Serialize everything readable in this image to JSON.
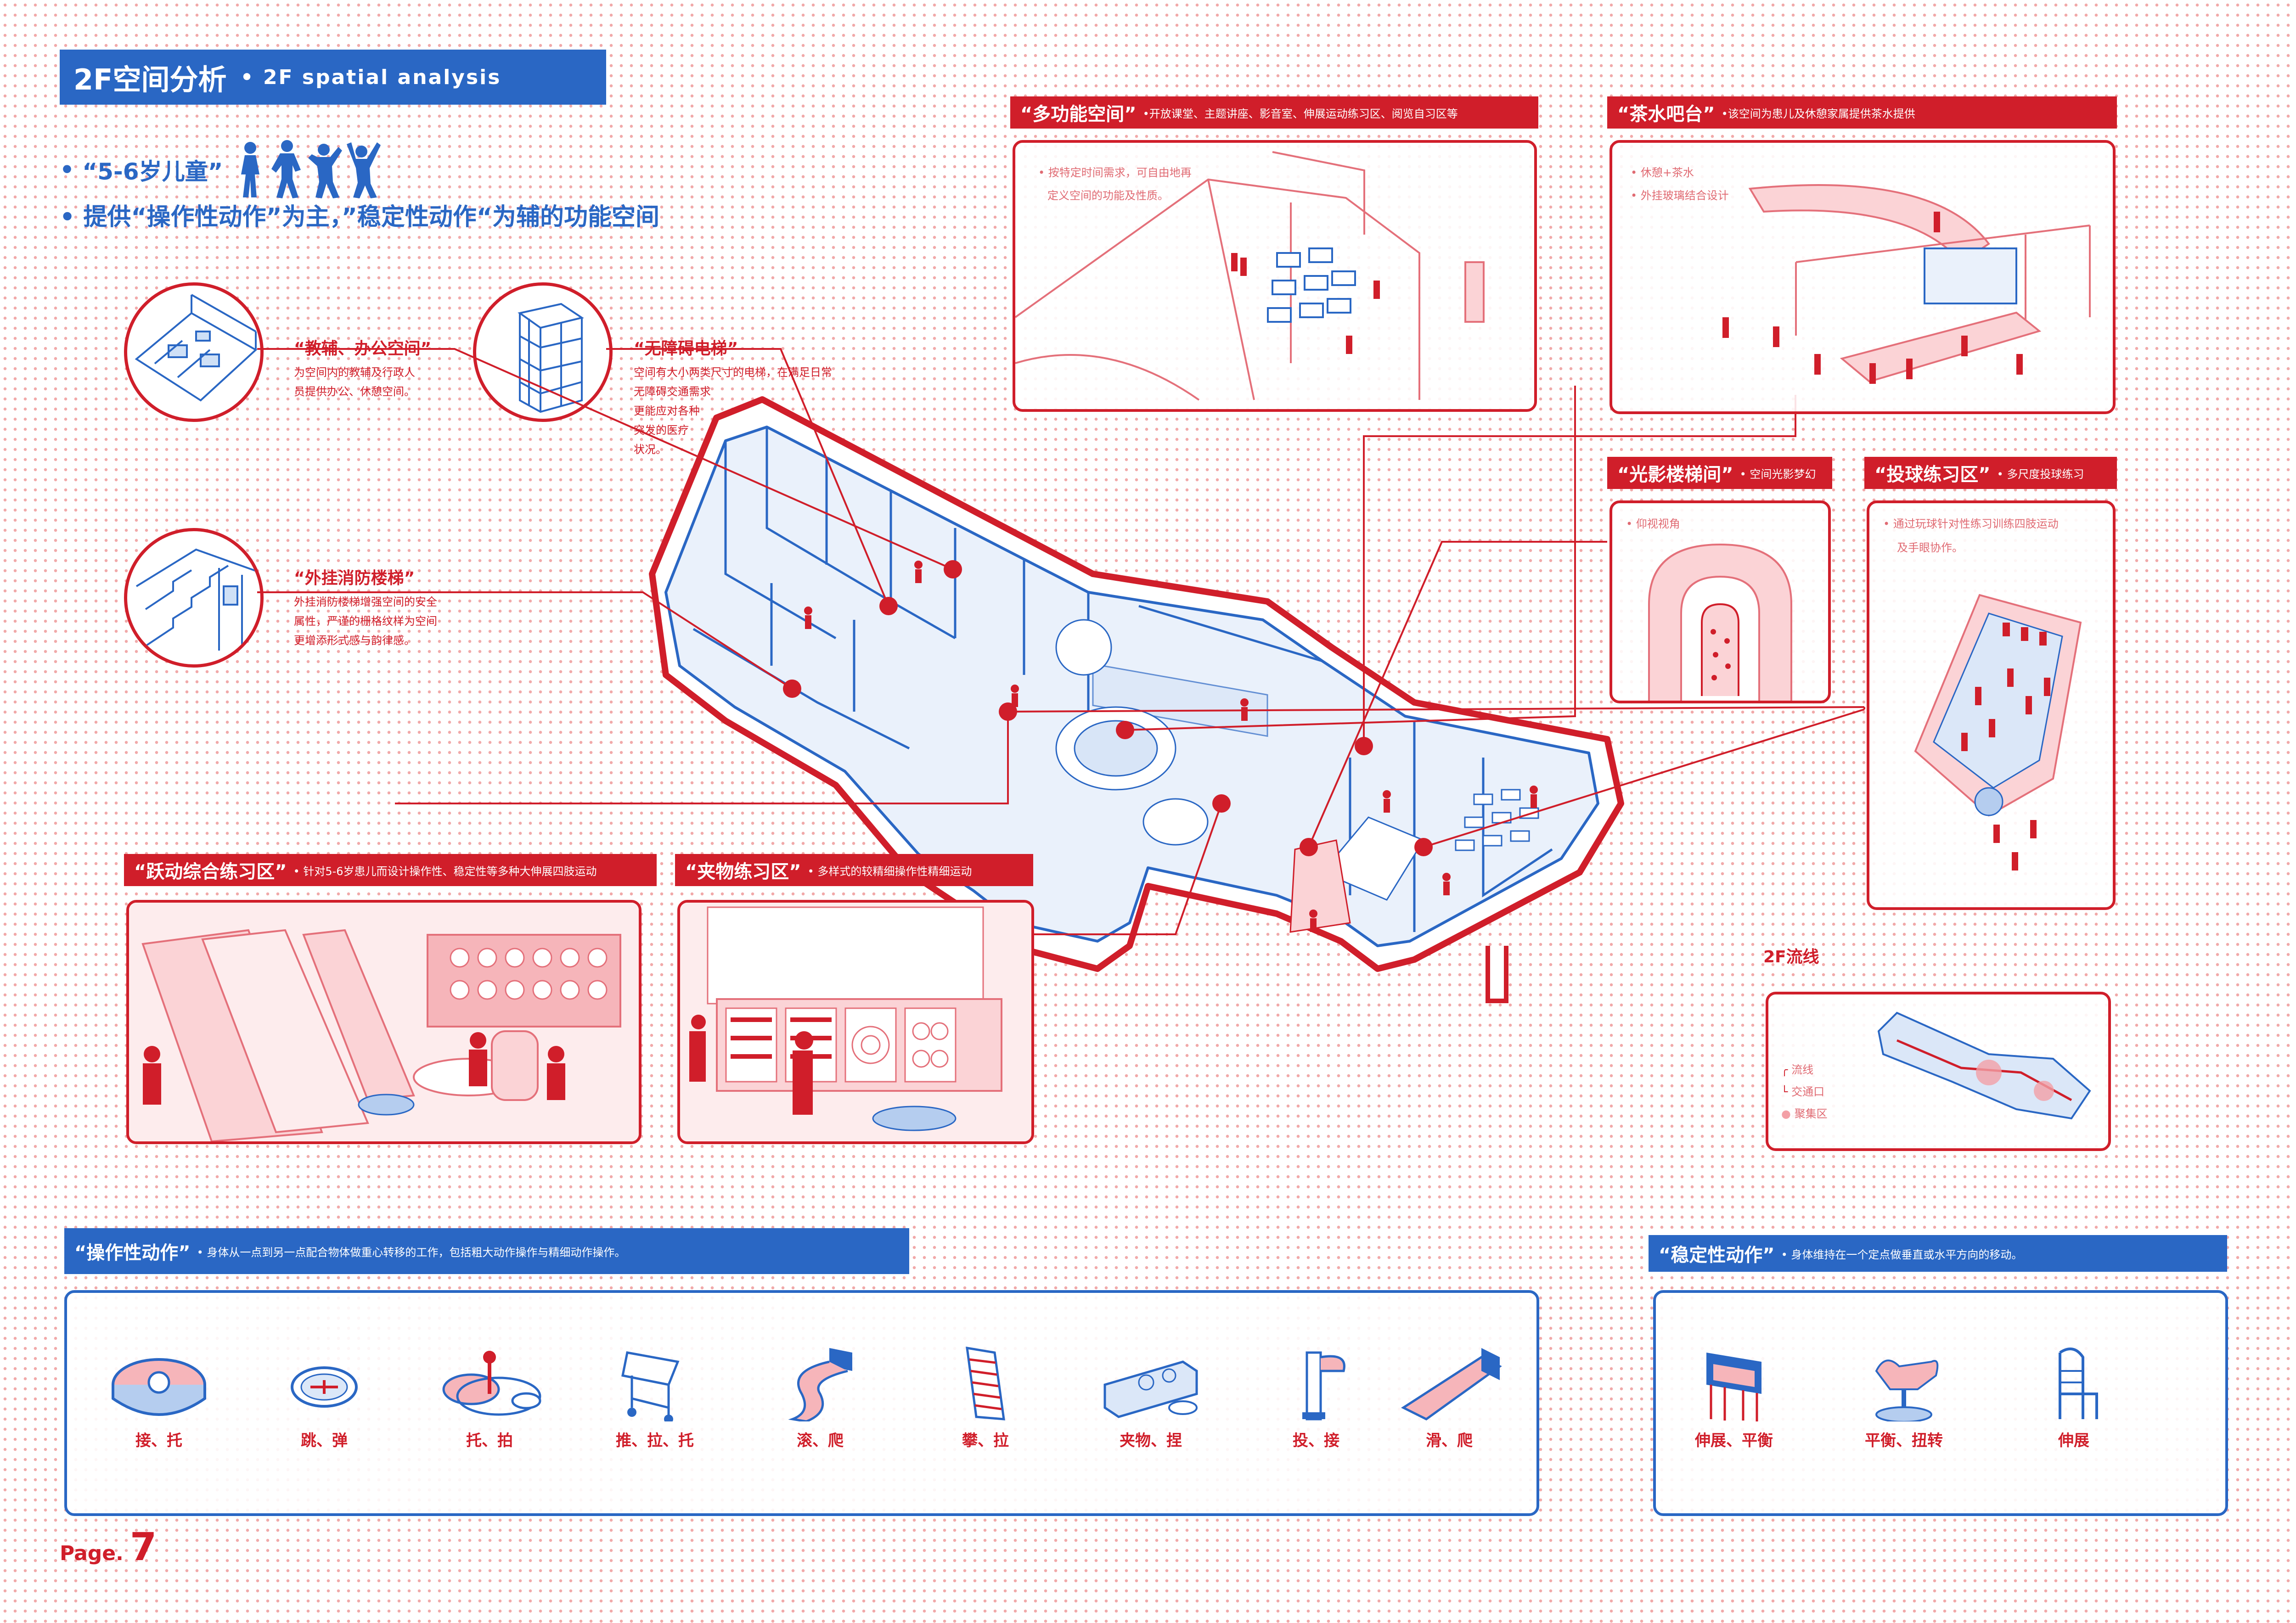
{
  "header": {
    "title": "2F空间分析",
    "subtitle": "• 2F spatial analysis"
  },
  "intro": {
    "line1": "“5-6岁儿童”",
    "line2": "• 提供“操作性动作”为主，”稳定性动作“为辅的功能空间"
  },
  "annotations": {
    "office": {
      "title": "“教辅、办公空间”",
      "lines": [
        "为空间内的教辅及行政人",
        "员提供办公、休憩空间。"
      ]
    },
    "elevator": {
      "title": "“无障碍电梯”",
      "lines": [
        "空间有大小两类尺寸的电梯，在满足日常",
        "无障碍交通需求",
        "更能应对各种",
        "突发的医疗",
        "状况。"
      ]
    },
    "stairs": {
      "title": "“外挂消防楼梯”",
      "lines": [
        "外挂消防楼梯增强空间的安全",
        "属性，严谨的栅格纹样为空间",
        "更增添形式感与韵律感。"
      ]
    }
  },
  "panels": {
    "multi": {
      "title": "“多功能空间”",
      "desc": "•开放课堂、主题讲座、影音室、伸展运动练习区、阅览自习区等",
      "notes": [
        "• 按特定时间需求，可自由地再",
        "定义空间的功能及性质。"
      ]
    },
    "tea": {
      "title": "“茶水吧台”",
      "desc": "•该空间为患儿及休憩家属提供茶水提供",
      "notes": [
        "• 休憩+茶水",
        "• 外挂玻璃结合设计"
      ]
    },
    "lightstair": {
      "title": "“光影楼梯间”",
      "desc": "• 空间光影梦幻",
      "notes": [
        "• 仰视视角"
      ]
    },
    "throw": {
      "title": "“投球练习区”",
      "desc": "• 多尺度投球练习",
      "notes": [
        "• 通过玩球针对性练习训练四肢运动",
        "及手眼协作。"
      ]
    },
    "jump": {
      "title": "“跃动综合练习区”",
      "desc": "• 针对5-6岁患儿而设计操作性、稳定性等多种大伸展四肢运动"
    },
    "clip": {
      "title": "“夹物练习区”",
      "desc": "• 多样式的较精细操作性精细运动"
    }
  },
  "flow": {
    "title": "2F流线",
    "legend": [
      "流线",
      "交通口",
      "聚集区"
    ]
  },
  "manipulative": {
    "title": "“操作性动作”",
    "desc": "• 身体从一点到另一点配合物体做重心转移的工作，包括粗大动作操作与精细动作操作。",
    "actions": [
      "接、托",
      "跳、弹",
      "托、拍",
      "推、拉、托",
      "滚、爬",
      "攀、拉",
      "夹物、捏",
      "投、接",
      "滑、爬"
    ]
  },
  "stability": {
    "title": "“稳定性动作”",
    "desc": "• 身体维持在一个定点做垂直或水平方向的移动。",
    "actions": [
      "伸展、平衡",
      "平衡、扭转",
      "伸展"
    ]
  },
  "page": {
    "prefix": "Page.",
    "number": "7"
  },
  "colors": {
    "red": "#d01e2a",
    "blue": "#2a67c4",
    "pink": "#f1a9a9"
  }
}
